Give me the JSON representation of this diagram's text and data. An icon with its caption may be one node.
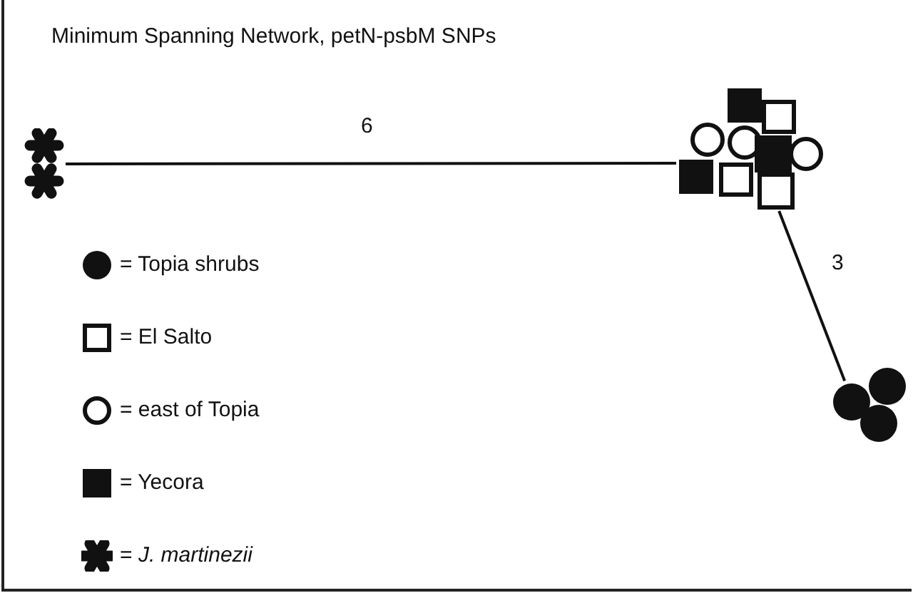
{
  "diagram": {
    "title": "Minimum Spanning Network, petN-psbM SNPs",
    "nodes": [
      {
        "text": [],
        "shape": "star"
      },
      {
        "text": [],
        "shape": "box"
      },
      {
        "text": [],
        "shape": "circle"
      }
    ],
    "edges": [
      {
        "from": 0,
        "to": 1,
        "arrow": "none",
        "label": "6"
      },
      {
        "from": 1,
        "to": 2,
        "arrow": "none",
        "label": "3"
      }
    ],
    "legend": [
      {
        "text": "= Topia shrubs"
      },
      {
        "text": "= El Salto"
      },
      {
        "text": "= east of Topia"
      },
      {
        "text": "= Yecora"
      },
      {
        "text": "= *J. martinezii*"
      }
    ]
  }
}
